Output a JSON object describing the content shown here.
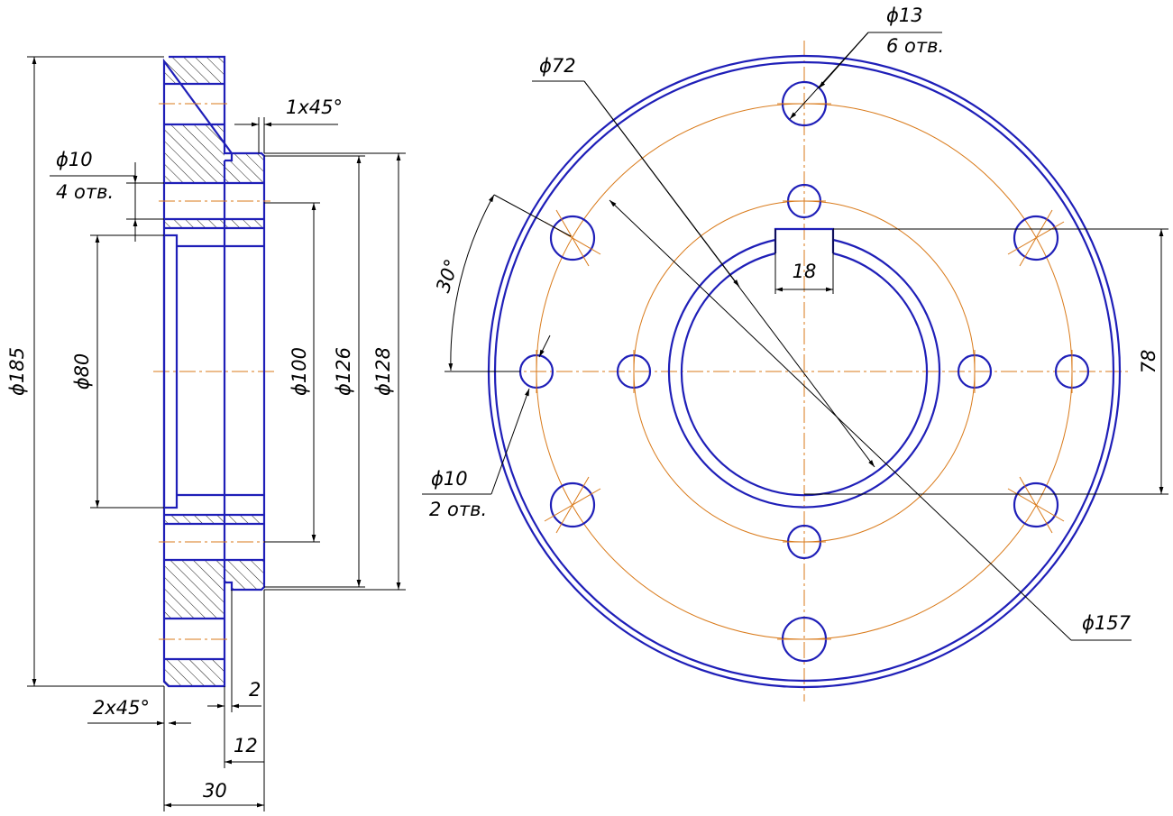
{
  "colors": {
    "outline": "#1f1fb8",
    "centerline": "#d97a1a",
    "dimension": "#000000",
    "background": "#ffffff"
  },
  "side_view": {
    "dims": {
      "d185": "ϕ185",
      "d80": "ϕ80",
      "d100": "ϕ100",
      "d126": "ϕ126",
      "d128": "ϕ128",
      "d10": "ϕ10",
      "holes4": "4 отв.",
      "chamfer1": "1x45°",
      "chamfer2": "2x45°",
      "w2": "2",
      "w12": "12",
      "w30": "30"
    }
  },
  "front_view": {
    "dims": {
      "d13": "ϕ13",
      "holes6": "6 отв.",
      "d72": "ϕ72",
      "angle30": "30°",
      "key18": "18",
      "h78": "78",
      "d10": "ϕ10",
      "holes2": "2 отв.",
      "d157": "ϕ157"
    }
  }
}
